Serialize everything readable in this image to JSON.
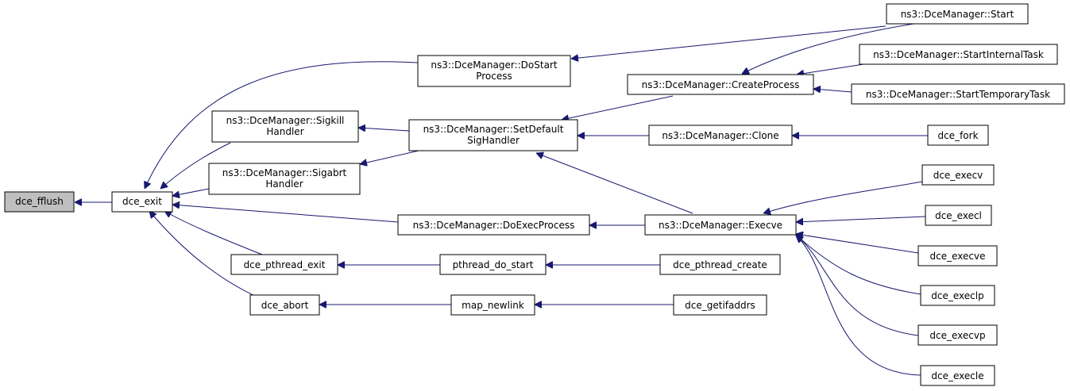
{
  "graph": {
    "nodes": {
      "dce_fflush": [
        "dce_fflush"
      ],
      "dce_exit": [
        "dce_exit"
      ],
      "doStartProcess": [
        "ns3::DceManager::DoStart",
        "Process"
      ],
      "sigkillHandler": [
        "ns3::DceManager::Sigkill",
        "Handler"
      ],
      "sigabrtHandler": [
        "ns3::DceManager::Sigabrt",
        "Handler"
      ],
      "doExecProcess": [
        "ns3::DceManager::DoExecProcess"
      ],
      "dce_pthread_exit": [
        "dce_pthread_exit"
      ],
      "dce_abort": [
        "dce_abort"
      ],
      "setDefaultSigHandler": [
        "ns3::DceManager::SetDefault",
        "SigHandler"
      ],
      "pthread_do_start": [
        "pthread_do_start"
      ],
      "map_newlink": [
        "map_newlink"
      ],
      "createProcess": [
        "ns3::DceManager::CreateProcess"
      ],
      "clone": [
        "ns3::DceManager::Clone"
      ],
      "execve": [
        "ns3::DceManager::Execve"
      ],
      "dce_pthread_create": [
        "dce_pthread_create"
      ],
      "dce_getifaddrs": [
        "dce_getifaddrs"
      ],
      "start": [
        "ns3::DceManager::Start"
      ],
      "startInternalTask": [
        "ns3::DceManager::StartInternalTask"
      ],
      "startTemporaryTask": [
        "ns3::DceManager::StartTemporaryTask"
      ],
      "dce_fork": [
        "dce_fork"
      ],
      "dce_execv": [
        "dce_execv"
      ],
      "dce_execl": [
        "dce_execl"
      ],
      "dce_execve": [
        "dce_execve"
      ],
      "dce_execlp": [
        "dce_execlp"
      ],
      "dce_execvp": [
        "dce_execvp"
      ],
      "dce_execle": [
        "dce_execle"
      ]
    }
  }
}
